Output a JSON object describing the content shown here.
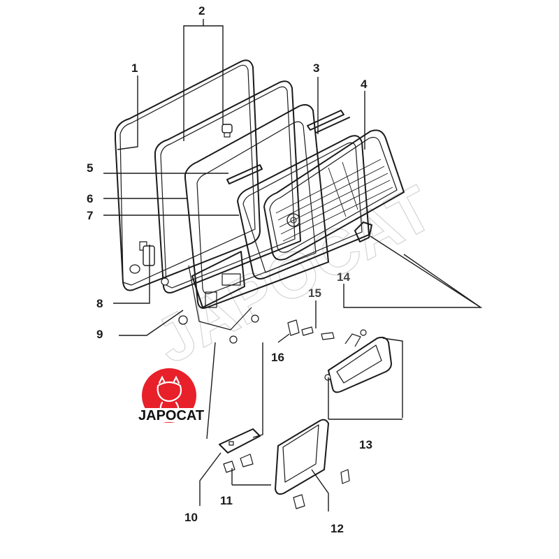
{
  "watermark": "JAPOCAT",
  "logo": {
    "text": "JAPOCAT",
    "color": "#e8202a"
  },
  "callouts": [
    {
      "id": "1",
      "label": "1"
    },
    {
      "id": "2",
      "label": "2"
    },
    {
      "id": "3",
      "label": "3"
    },
    {
      "id": "4",
      "label": "4"
    },
    {
      "id": "5",
      "label": "5"
    },
    {
      "id": "6",
      "label": "6"
    },
    {
      "id": "7",
      "label": "7"
    },
    {
      "id": "8",
      "label": "8"
    },
    {
      "id": "9",
      "label": "9"
    },
    {
      "id": "10",
      "label": "10"
    },
    {
      "id": "11",
      "label": "11"
    },
    {
      "id": "12",
      "label": "12"
    },
    {
      "id": "13",
      "label": "13"
    },
    {
      "id": "14",
      "label": "14"
    },
    {
      "id": "15",
      "label": "15"
    },
    {
      "id": "16",
      "label": "16"
    }
  ]
}
